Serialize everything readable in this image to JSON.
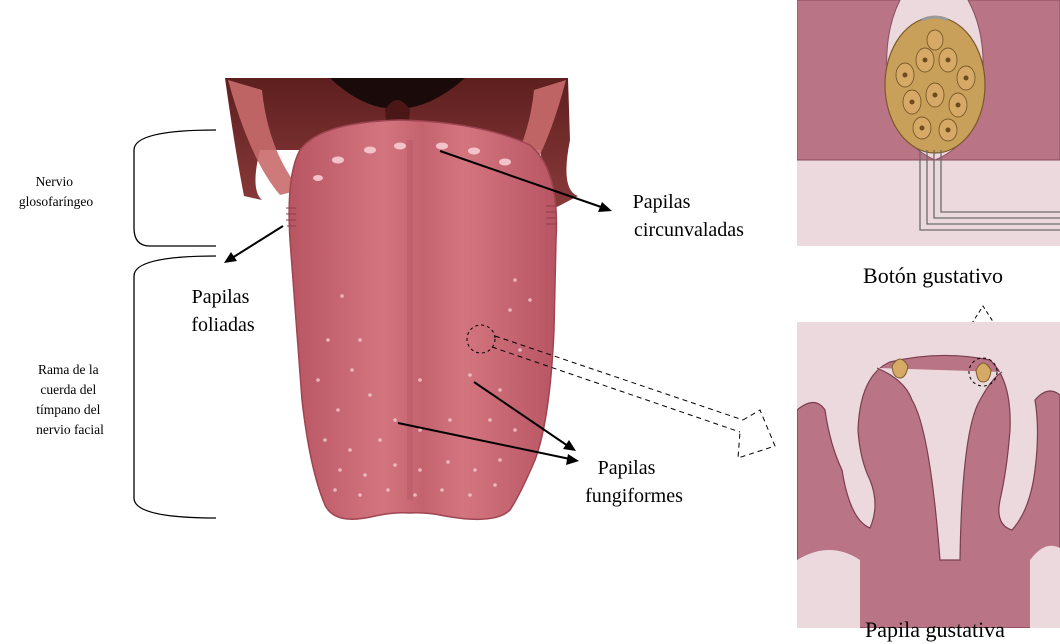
{
  "labels": {
    "nervio_glosofaringeo": [
      "Nervio",
      "glosofaríngeo"
    ],
    "rama_cuerda": [
      "Rama de la",
      "cuerda del",
      "tímpano del",
      "nervio facial"
    ],
    "papilas_circunvaladas": [
      "Papilas",
      "circunvaladas"
    ],
    "papilas_foliadas": [
      "Papilas",
      "foliadas"
    ],
    "papilas_fungiformes": [
      "Papilas",
      "fungiformes"
    ],
    "boton_gustativo": "Botón gustativo",
    "papila_gustativa": "Papila gustativa"
  },
  "colors": {
    "tongue": "#c9646f",
    "tongue_dark": "#a94b57",
    "throat": "#7a2e2e",
    "tissue": "#b97486",
    "tissue_light": "#ecd9de",
    "bud": "#c9a05a",
    "bud_cell": "#d6aa66"
  }
}
